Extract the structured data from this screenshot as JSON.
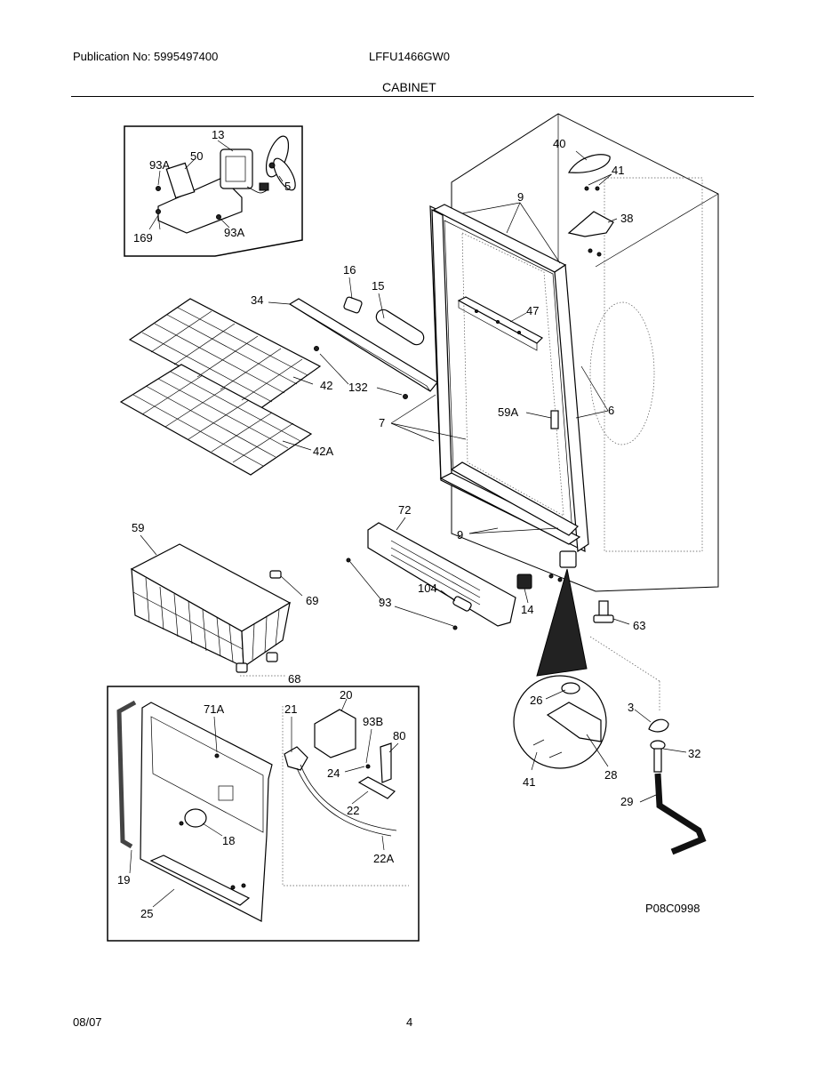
{
  "header": {
    "publication": "Publication No: 5995497400",
    "model": "LFFU1466GW0",
    "section": "CABINET"
  },
  "footer": {
    "date": "08/07",
    "page": "4"
  },
  "drawing_code": "P08C0998",
  "callouts": {
    "c13": "13",
    "c50": "50",
    "c93A_1": "93A",
    "c5": "5",
    "c169": "169",
    "c93A_2": "93A",
    "c40": "40",
    "c41_top": "41",
    "c38": "38",
    "c9_top": "9",
    "c16": "16",
    "c15": "15",
    "c34": "34",
    "c47": "47",
    "c42": "42",
    "c132": "132",
    "c7": "7",
    "c59A": "59A",
    "c6": "6",
    "c42A": "42A",
    "c72": "72",
    "c59": "59",
    "c9_bottom": "9",
    "c69": "69",
    "c104": "104",
    "c93": "93",
    "c14": "14",
    "c63": "63",
    "c68": "68",
    "c20": "20",
    "c71A": "71A",
    "c21": "21",
    "c93B": "93B",
    "c80": "80",
    "c24": "24",
    "c22": "22",
    "c18": "18",
    "c22A": "22A",
    "c19": "19",
    "c25": "25",
    "c26": "26",
    "c3": "3",
    "c32": "32",
    "c28": "28",
    "c41_bottom": "41",
    "c29": "29"
  }
}
